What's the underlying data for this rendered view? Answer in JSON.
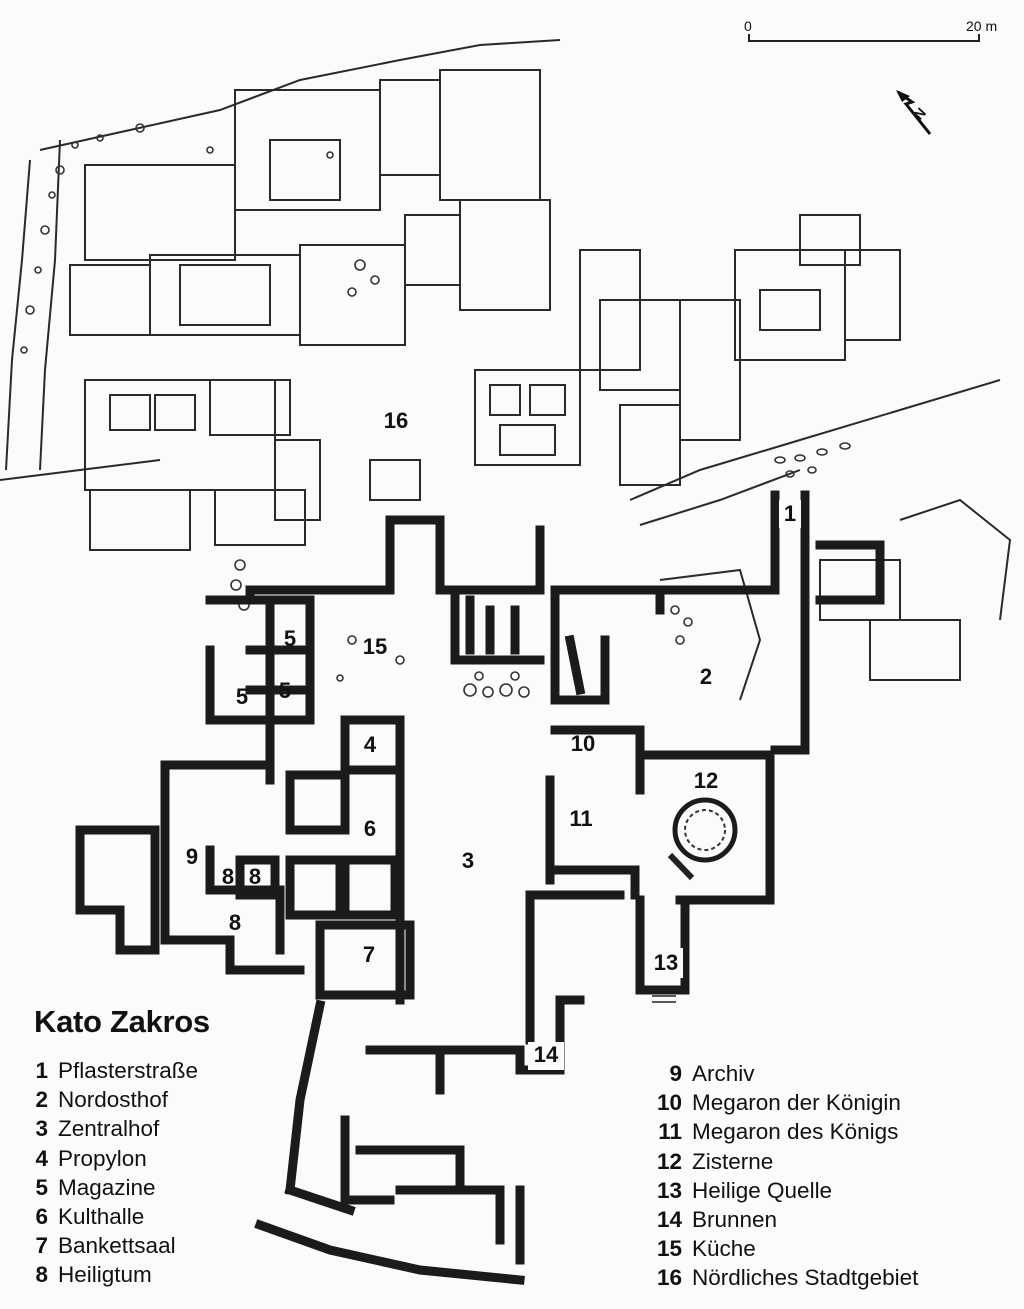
{
  "title": "Kato Zakros",
  "scale": {
    "start": "0",
    "end": "20 m"
  },
  "north_arrow": {
    "icon": "north-arrow-icon",
    "label": "N"
  },
  "map_labels": [
    "1",
    "2",
    "3",
    "4",
    "5",
    "5",
    "5",
    "6",
    "7",
    "8",
    "8",
    "8",
    "9",
    "10",
    "11",
    "12",
    "13",
    "14",
    "15",
    "16"
  ],
  "legend": [
    {
      "num": "1",
      "label": "Pflasterstraße"
    },
    {
      "num": "2",
      "label": "Nordosthof"
    },
    {
      "num": "3",
      "label": "Zentralhof"
    },
    {
      "num": "4",
      "label": "Propylon"
    },
    {
      "num": "5",
      "label": "Magazine"
    },
    {
      "num": "6",
      "label": "Kulthalle"
    },
    {
      "num": "7",
      "label": "Bankettsaal"
    },
    {
      "num": "8",
      "label": "Heiligtum"
    },
    {
      "num": "9",
      "label": "Archiv"
    },
    {
      "num": "10",
      "label": "Megaron der Königin"
    },
    {
      "num": "11",
      "label": "Megaron des Königs"
    },
    {
      "num": "12",
      "label": "Zisterne"
    },
    {
      "num": "13",
      "label": "Heilige Quelle"
    },
    {
      "num": "14",
      "label": "Brunnen"
    },
    {
      "num": "15",
      "label": "Küche"
    },
    {
      "num": "16",
      "label": "Nördliches Stadtgebiet"
    }
  ],
  "colors": {
    "ink": "#1b1b1b",
    "paper": "#fbfbf9"
  }
}
